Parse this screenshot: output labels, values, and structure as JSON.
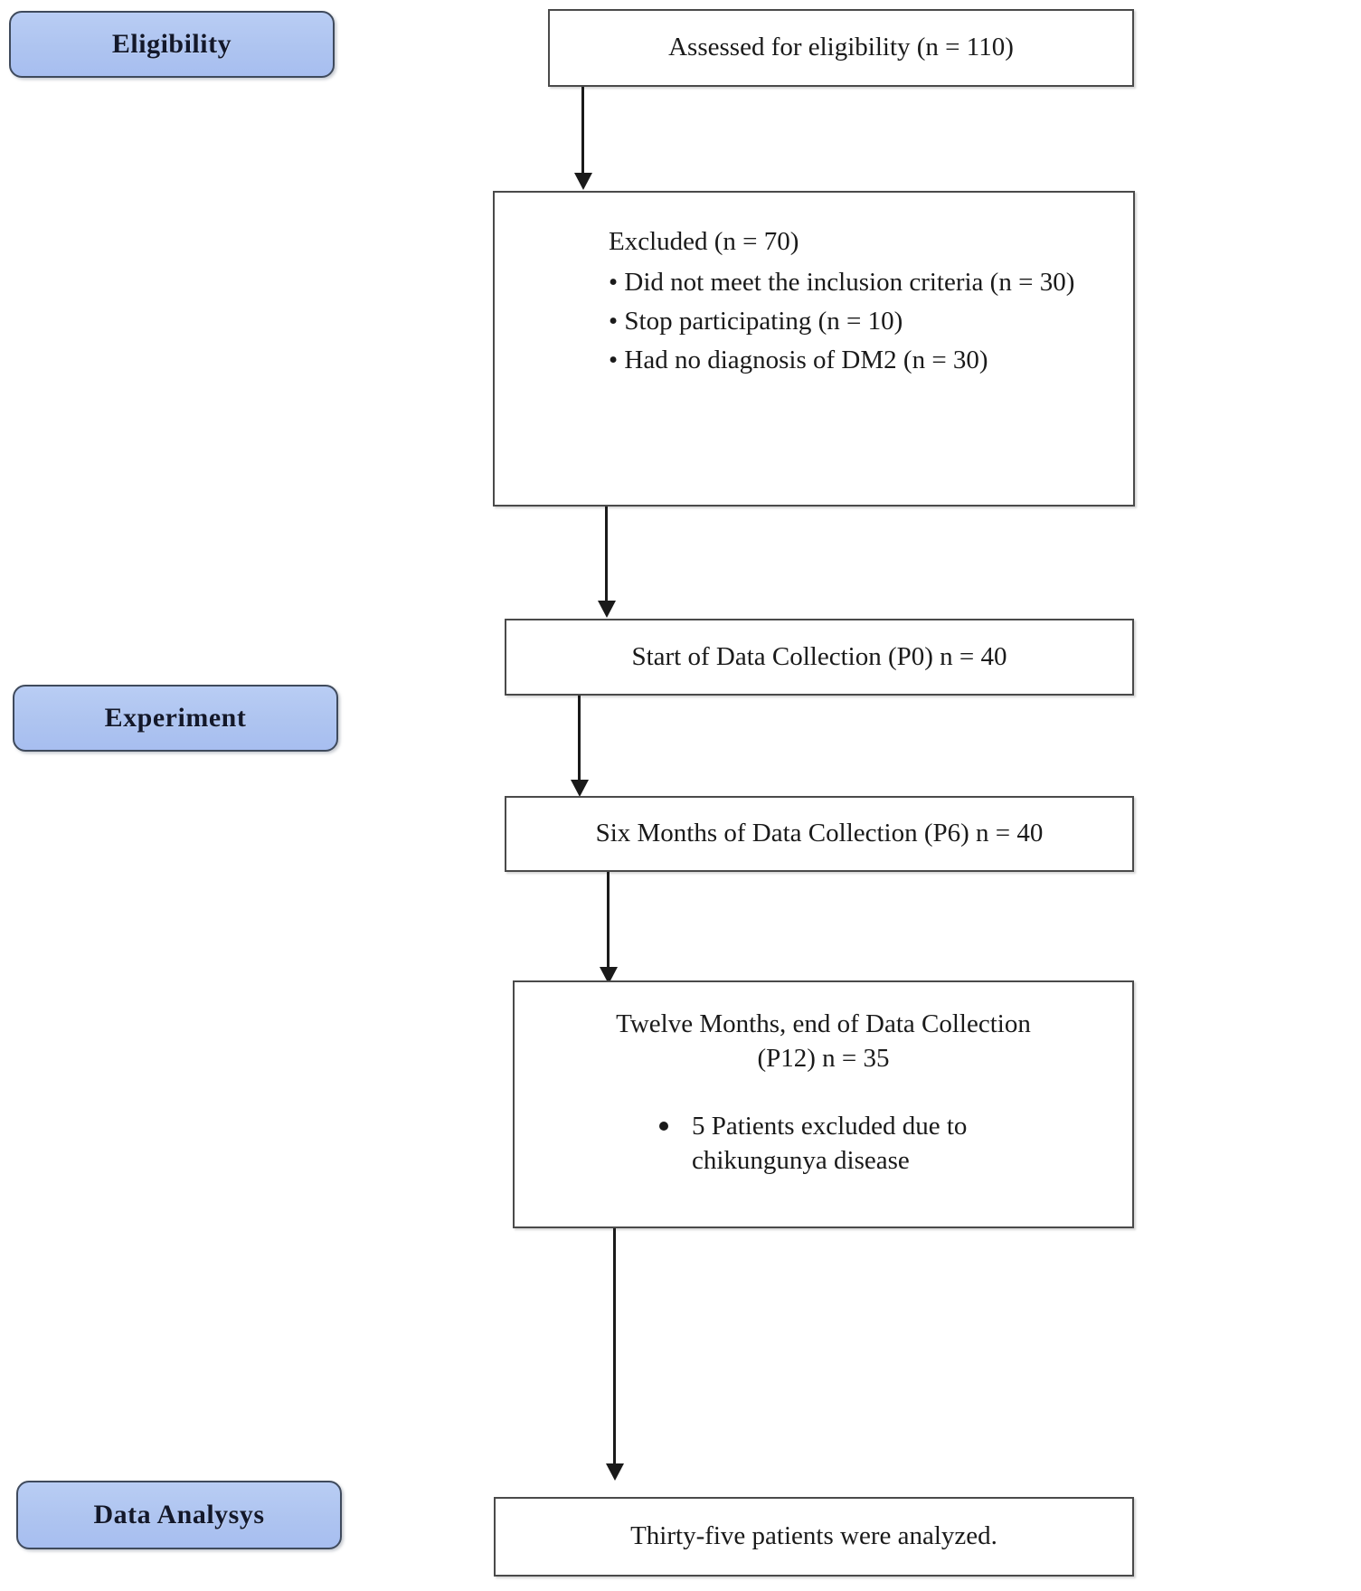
{
  "diagram": {
    "title": "Study participant flow diagram",
    "colors": {
      "stage_fill": "#aec4f0",
      "stage_border": "#3f4a5c",
      "box_border": "#4a4a4a",
      "text": "#1a1a1a",
      "background": "#ffffff"
    }
  },
  "stages": [
    {
      "label": "Eligibility"
    },
    {
      "label": "Experiment"
    },
    {
      "label": "Data Analysys"
    }
  ],
  "nodes": {
    "assessed": {
      "text": "Assessed for eligibility (n = 110)"
    },
    "excluded": {
      "title": "Excluded (n = 70)",
      "items": [
        "• Did not meet the inclusion criteria (n = 30)",
        "• Stop participating (n = 10)",
        "• Had no diagnosis of DM2 (n = 30)"
      ]
    },
    "start_collection": {
      "text": "Start of Data Collection (P0) n = 40"
    },
    "six_months": {
      "text": "Six Months of Data Collection (P6) n = 40"
    },
    "twelve_months": {
      "line1": "Twelve Months, end of Data Collection",
      "line2": "(P12) n = 35",
      "bullet": "5 Patients excluded due to chikungunya disease"
    },
    "analyzed": {
      "text": "Thirty-five patients were analyzed."
    }
  },
  "connectors": [
    {
      "name": "assessed-to-excluded"
    },
    {
      "name": "excluded-to-start"
    },
    {
      "name": "start-to-six-months"
    },
    {
      "name": "six-months-to-twelve-months"
    },
    {
      "name": "twelve-months-to-analyzed"
    }
  ]
}
